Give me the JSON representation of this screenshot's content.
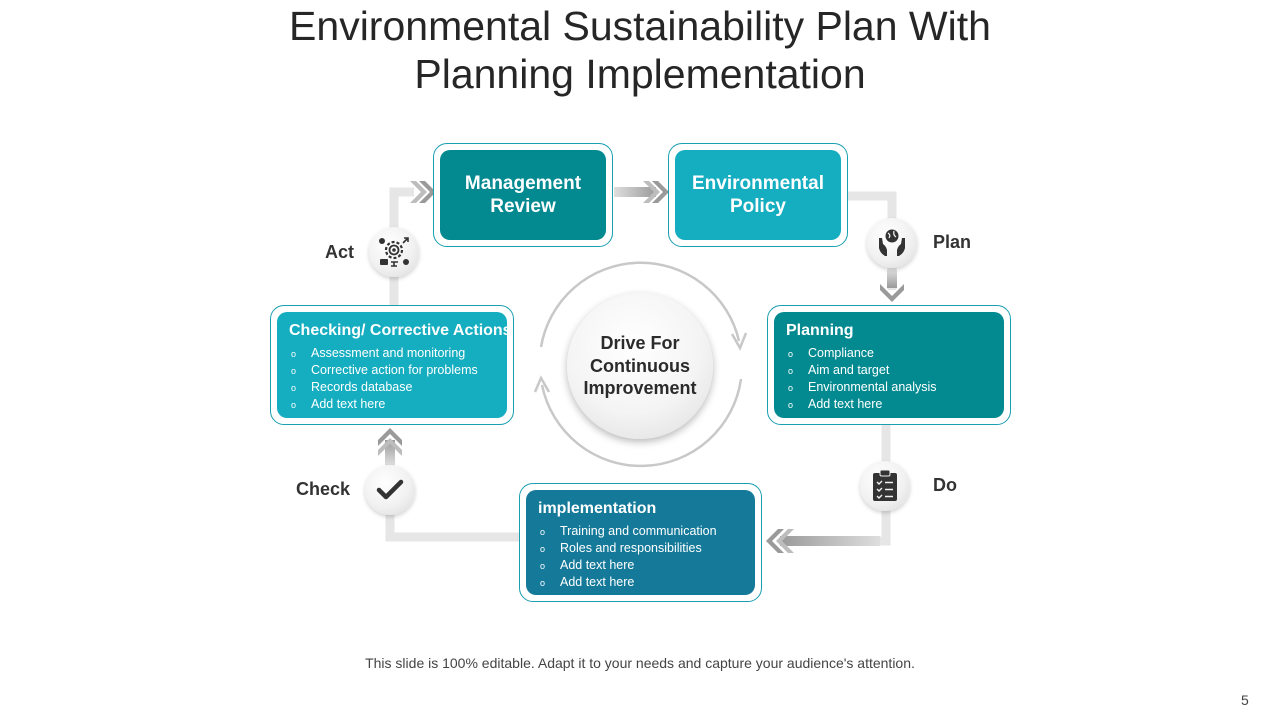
{
  "title": {
    "line1": "Environmental Sustainability Plan With",
    "line2": "Planning Implementation"
  },
  "center": {
    "line1": "Drive For",
    "line2": "Continuous",
    "line3": "Improvement"
  },
  "boxes": {
    "management_review": {
      "line1": "Management",
      "line2": "Review"
    },
    "environmental_policy": {
      "line1": "Environmental",
      "line2": "Policy"
    },
    "planning": {
      "heading": "Planning",
      "items": [
        "Compliance",
        "Aim and target",
        "Environmental  analysis",
        "Add text here"
      ]
    },
    "implementation": {
      "heading": "implementation",
      "items": [
        "Training  and communication",
        "Roles and responsibilities",
        "Add text here",
        "Add text here"
      ]
    },
    "checking": {
      "heading": "Checking/ Corrective Actions",
      "items": [
        "Assessment and monitoring",
        "Corrective  action for problems",
        "Records database",
        "Add text here"
      ]
    }
  },
  "stages": {
    "plan": "Plan",
    "do": "Do",
    "check": "Check",
    "act": "Act"
  },
  "icons": {
    "plan": "hands-globe-icon",
    "do": "clipboard-checklist-icon",
    "check": "checkmark-icon",
    "act": "gear-target-icon"
  },
  "bullet": "o",
  "colors": {
    "dark_teal": "#038a91",
    "light_teal": "#15adc0",
    "blue_teal": "#157a9a",
    "connector": "#e6e6e6"
  },
  "footer": "This slide is 100% editable. Adapt it to your needs and capture your audience's attention.",
  "page_number": "5"
}
